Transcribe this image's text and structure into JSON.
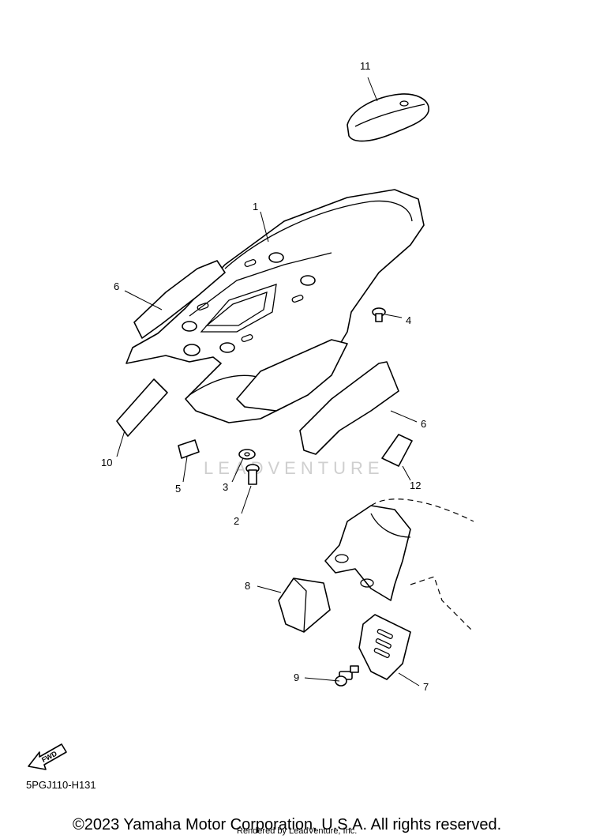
{
  "diagram": {
    "callouts": [
      {
        "id": "1",
        "label": "1"
      },
      {
        "id": "2",
        "label": "2"
      },
      {
        "id": "3",
        "label": "3"
      },
      {
        "id": "4",
        "label": "4"
      },
      {
        "id": "5",
        "label": "5"
      },
      {
        "id": "6a",
        "label": "6"
      },
      {
        "id": "6b",
        "label": "6"
      },
      {
        "id": "7",
        "label": "7"
      },
      {
        "id": "8",
        "label": "8"
      },
      {
        "id": "9",
        "label": "9"
      },
      {
        "id": "10",
        "label": "10"
      },
      {
        "id": "11",
        "label": "11"
      },
      {
        "id": "12",
        "label": "12"
      }
    ],
    "fwd_label": "FWD",
    "watermark": "LEADVENTURE",
    "diagram_code": "5PGJ110-H131"
  },
  "footer": {
    "copyright": "©2023 Yamaha Motor Corporation, U.S.A. All rights reserved.",
    "rendered_by": "Rendered by LeadVenture, Inc."
  }
}
